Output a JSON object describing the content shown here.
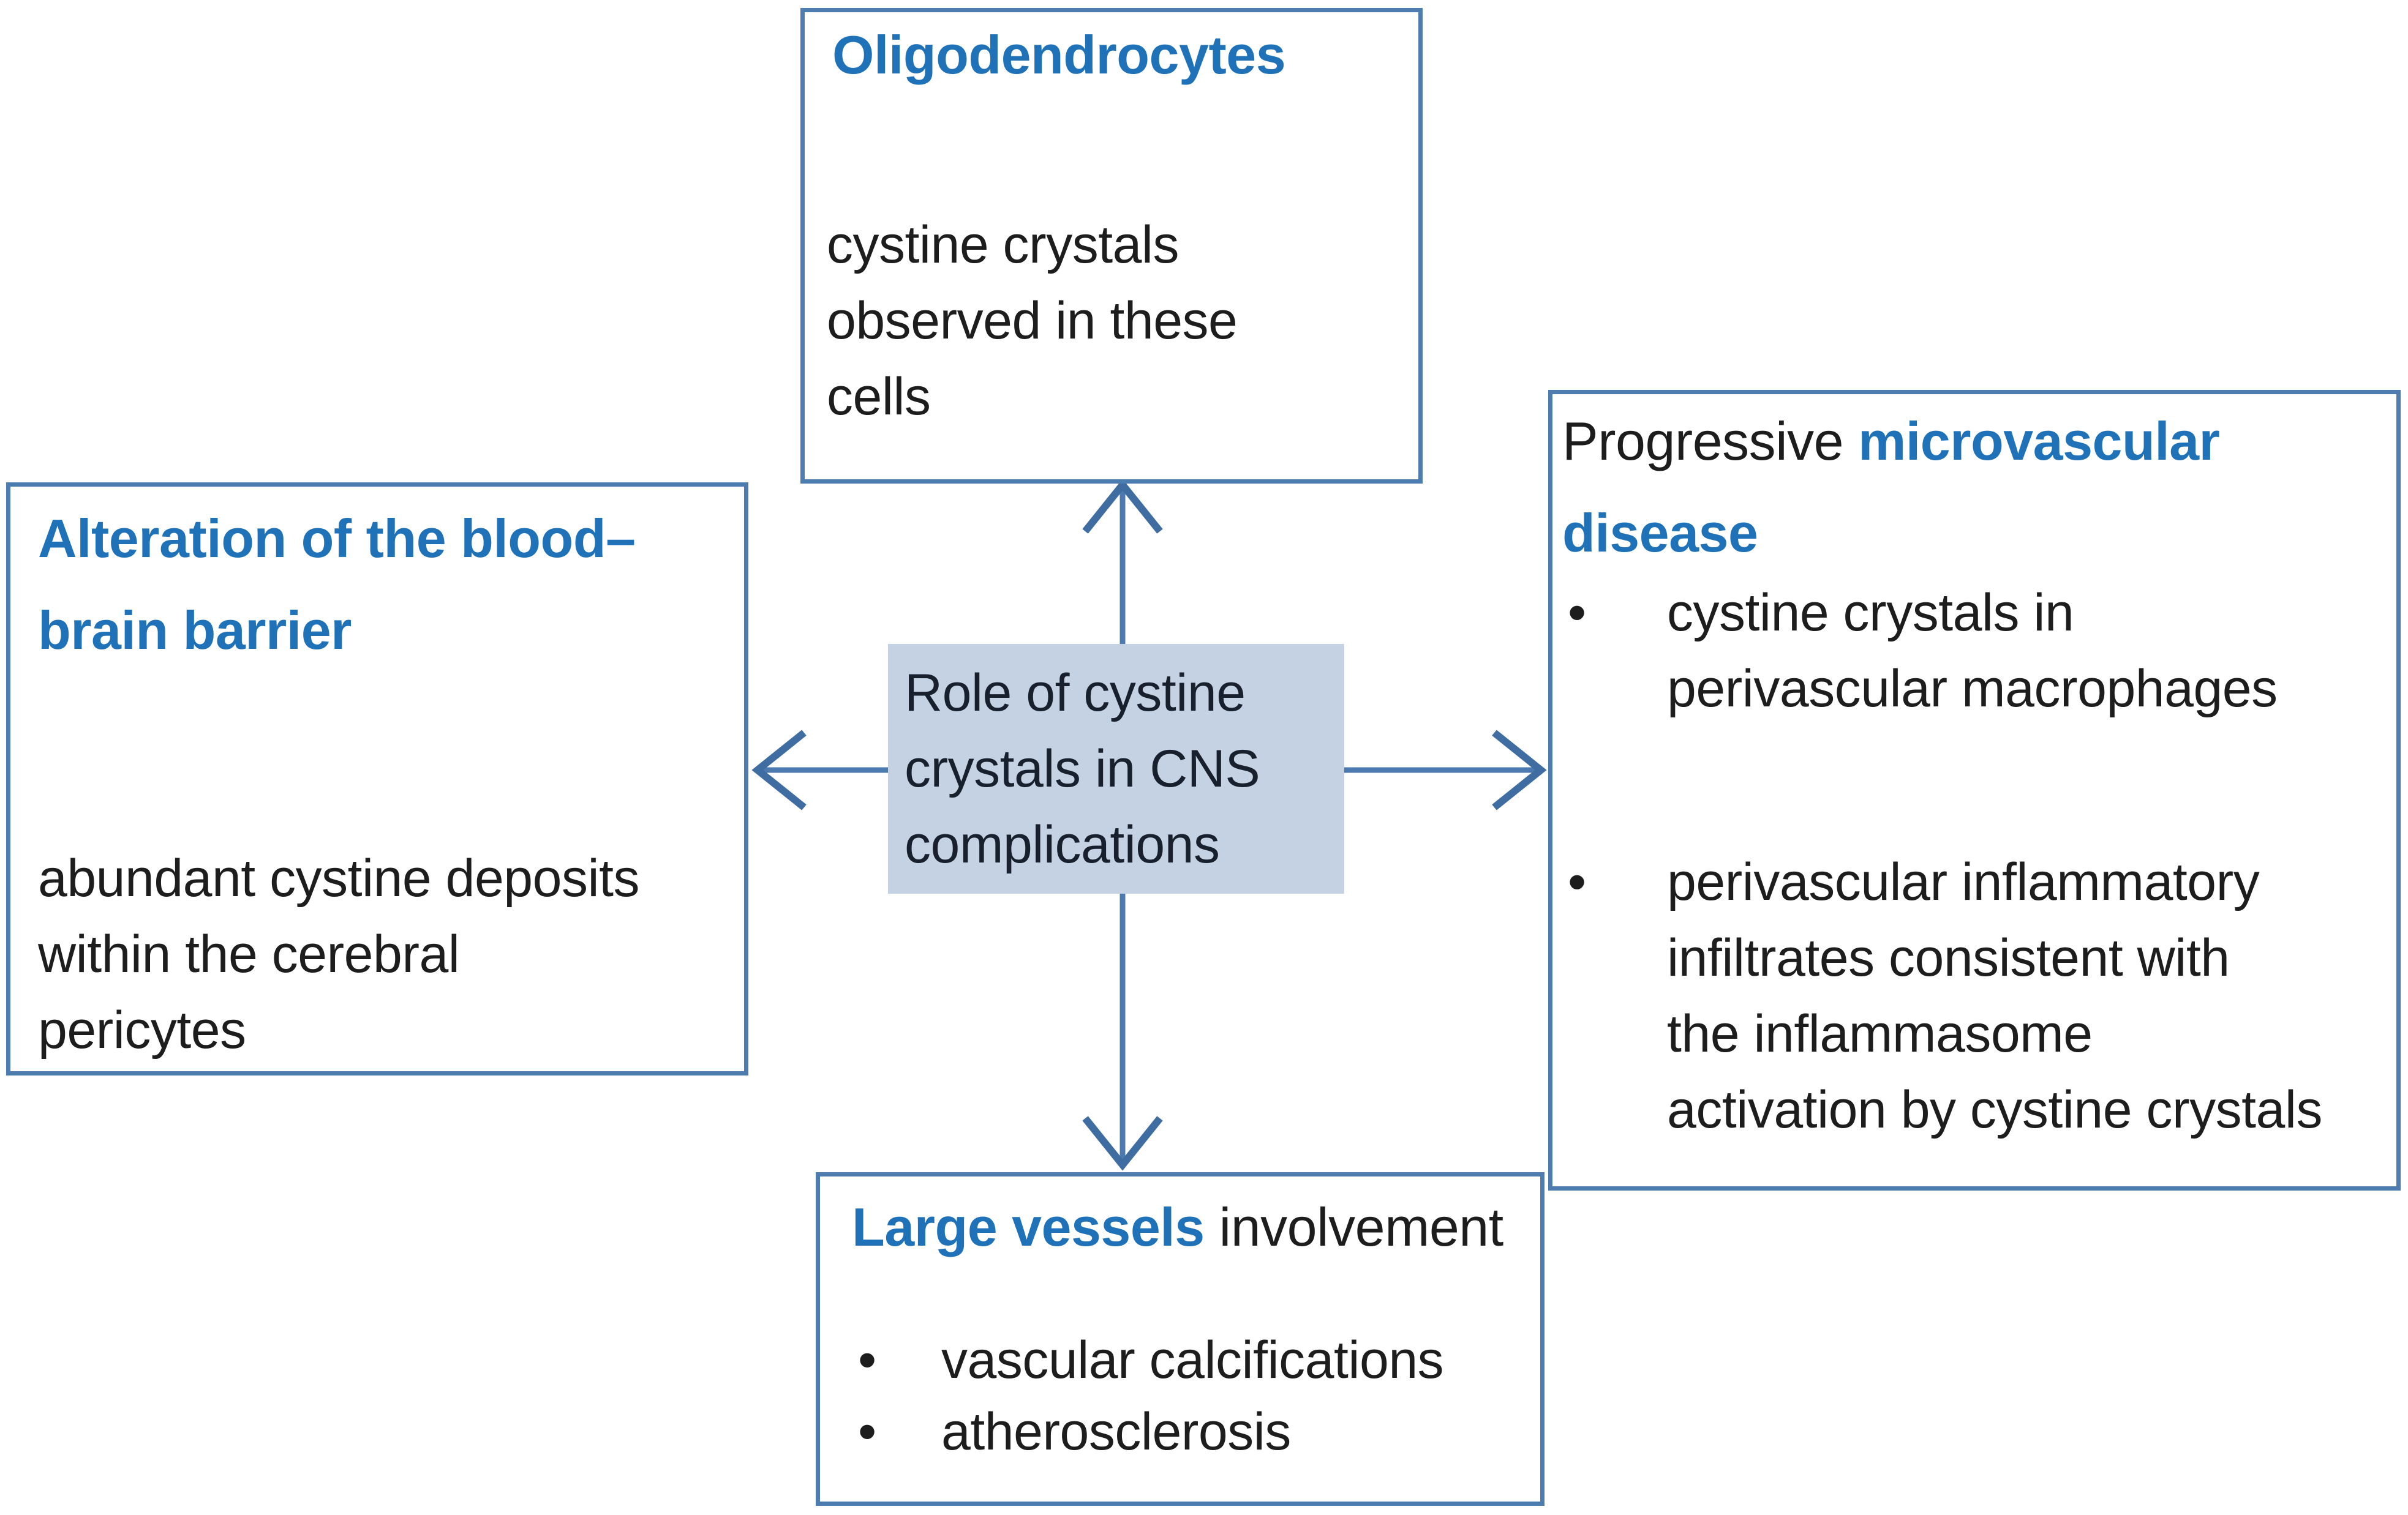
{
  "palette": {
    "border_blue": "#4d7cb0",
    "arrow_blue": "#4c7aae",
    "arrowhead_blue": "#3f6da1",
    "center_fill": "#c4d2e4",
    "title_blue": "#1f72b8",
    "text_black": "#1d1d1d"
  },
  "bullet_glyph": "•",
  "center_box": {
    "lines": [
      "Role of cystine",
      "crystals in CNS",
      "complications"
    ]
  },
  "top_box": {
    "title": "Oligodendrocytes",
    "body_lines": [
      "cystine crystals",
      "observed in these",
      "cells"
    ]
  },
  "left_box": {
    "title_lines": [
      "Alteration of the blood–",
      "brain barrier"
    ],
    "body_lines": [
      "abundant cystine deposits",
      "within the cerebral",
      "pericytes"
    ]
  },
  "right_box": {
    "title_black": "Progressive ",
    "title_blue_line1": "microvascular",
    "title_blue_line2": "disease",
    "bullet1_lines": [
      "cystine crystals in",
      "perivascular macrophages"
    ],
    "bullet2_lines": [
      "perivascular inflammatory",
      "infiltrates consistent with",
      "the inflammasome",
      "activation by cystine crystals"
    ]
  },
  "bottom_box": {
    "title_blue": "Large vessels",
    "title_black": " involvement",
    "bullets": [
      "vascular calcifications",
      "atherosclerosis"
    ]
  },
  "arrows": {
    "up": "arrow-up",
    "down": "arrow-down",
    "left": "arrow-left",
    "right": "arrow-right"
  }
}
